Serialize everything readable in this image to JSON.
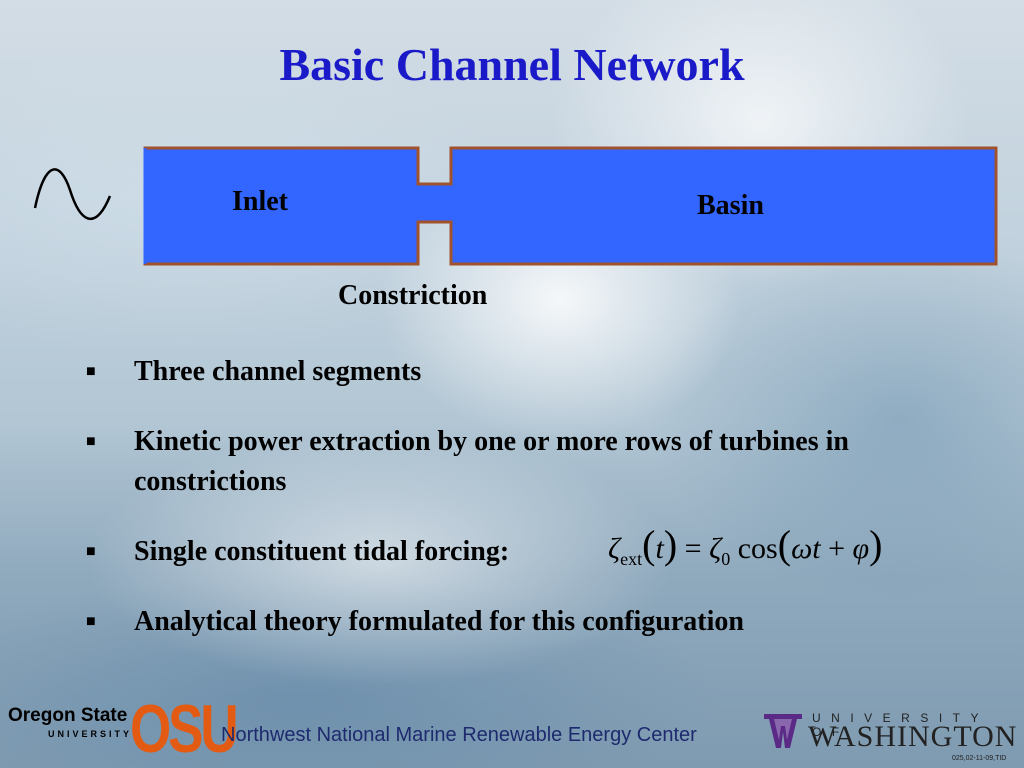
{
  "slide": {
    "title": "Basic Channel Network",
    "diagram": {
      "inlet_label": "Inlet",
      "basin_label": "Basin",
      "constriction_label": "Constriction",
      "fill_color": "#3366ff",
      "border_color": "#a0522d",
      "wave_icon": "sine-wave-icon"
    },
    "bullets": [
      {
        "marker": "■",
        "text": "Three channel segments"
      },
      {
        "marker": "■",
        "text": "Kinetic power extraction by one or more rows of turbines in constrictions"
      },
      {
        "marker": "■",
        "text": "Single constituent tidal forcing:"
      },
      {
        "marker": "■",
        "text": "Analytical theory formulated for this configuration"
      }
    ],
    "equation": {
      "lhs_symbol": "ζ",
      "lhs_subscript": "ext",
      "lhs_arg": "t",
      "equals": "=",
      "rhs_symbol": "ζ",
      "rhs_subscript": "0",
      "function": "cos",
      "omega": "ω",
      "t": "t",
      "plus": "+",
      "phi": "φ"
    },
    "title_color": "#1a1ac8"
  },
  "footer": {
    "osu_wordmark": "Oregon State",
    "osu_university": "UNIVERSITY",
    "osu_logo": "OSU",
    "osu_color": "#e35b12",
    "center_text": "Northwest National Marine Renewable Energy Center",
    "uw_university": "UNIVERSITY OF",
    "uw_washington": "WASHINGTON",
    "uw_logo_icon": "uw-w-icon",
    "tid": "025,02-11-09,TID"
  }
}
